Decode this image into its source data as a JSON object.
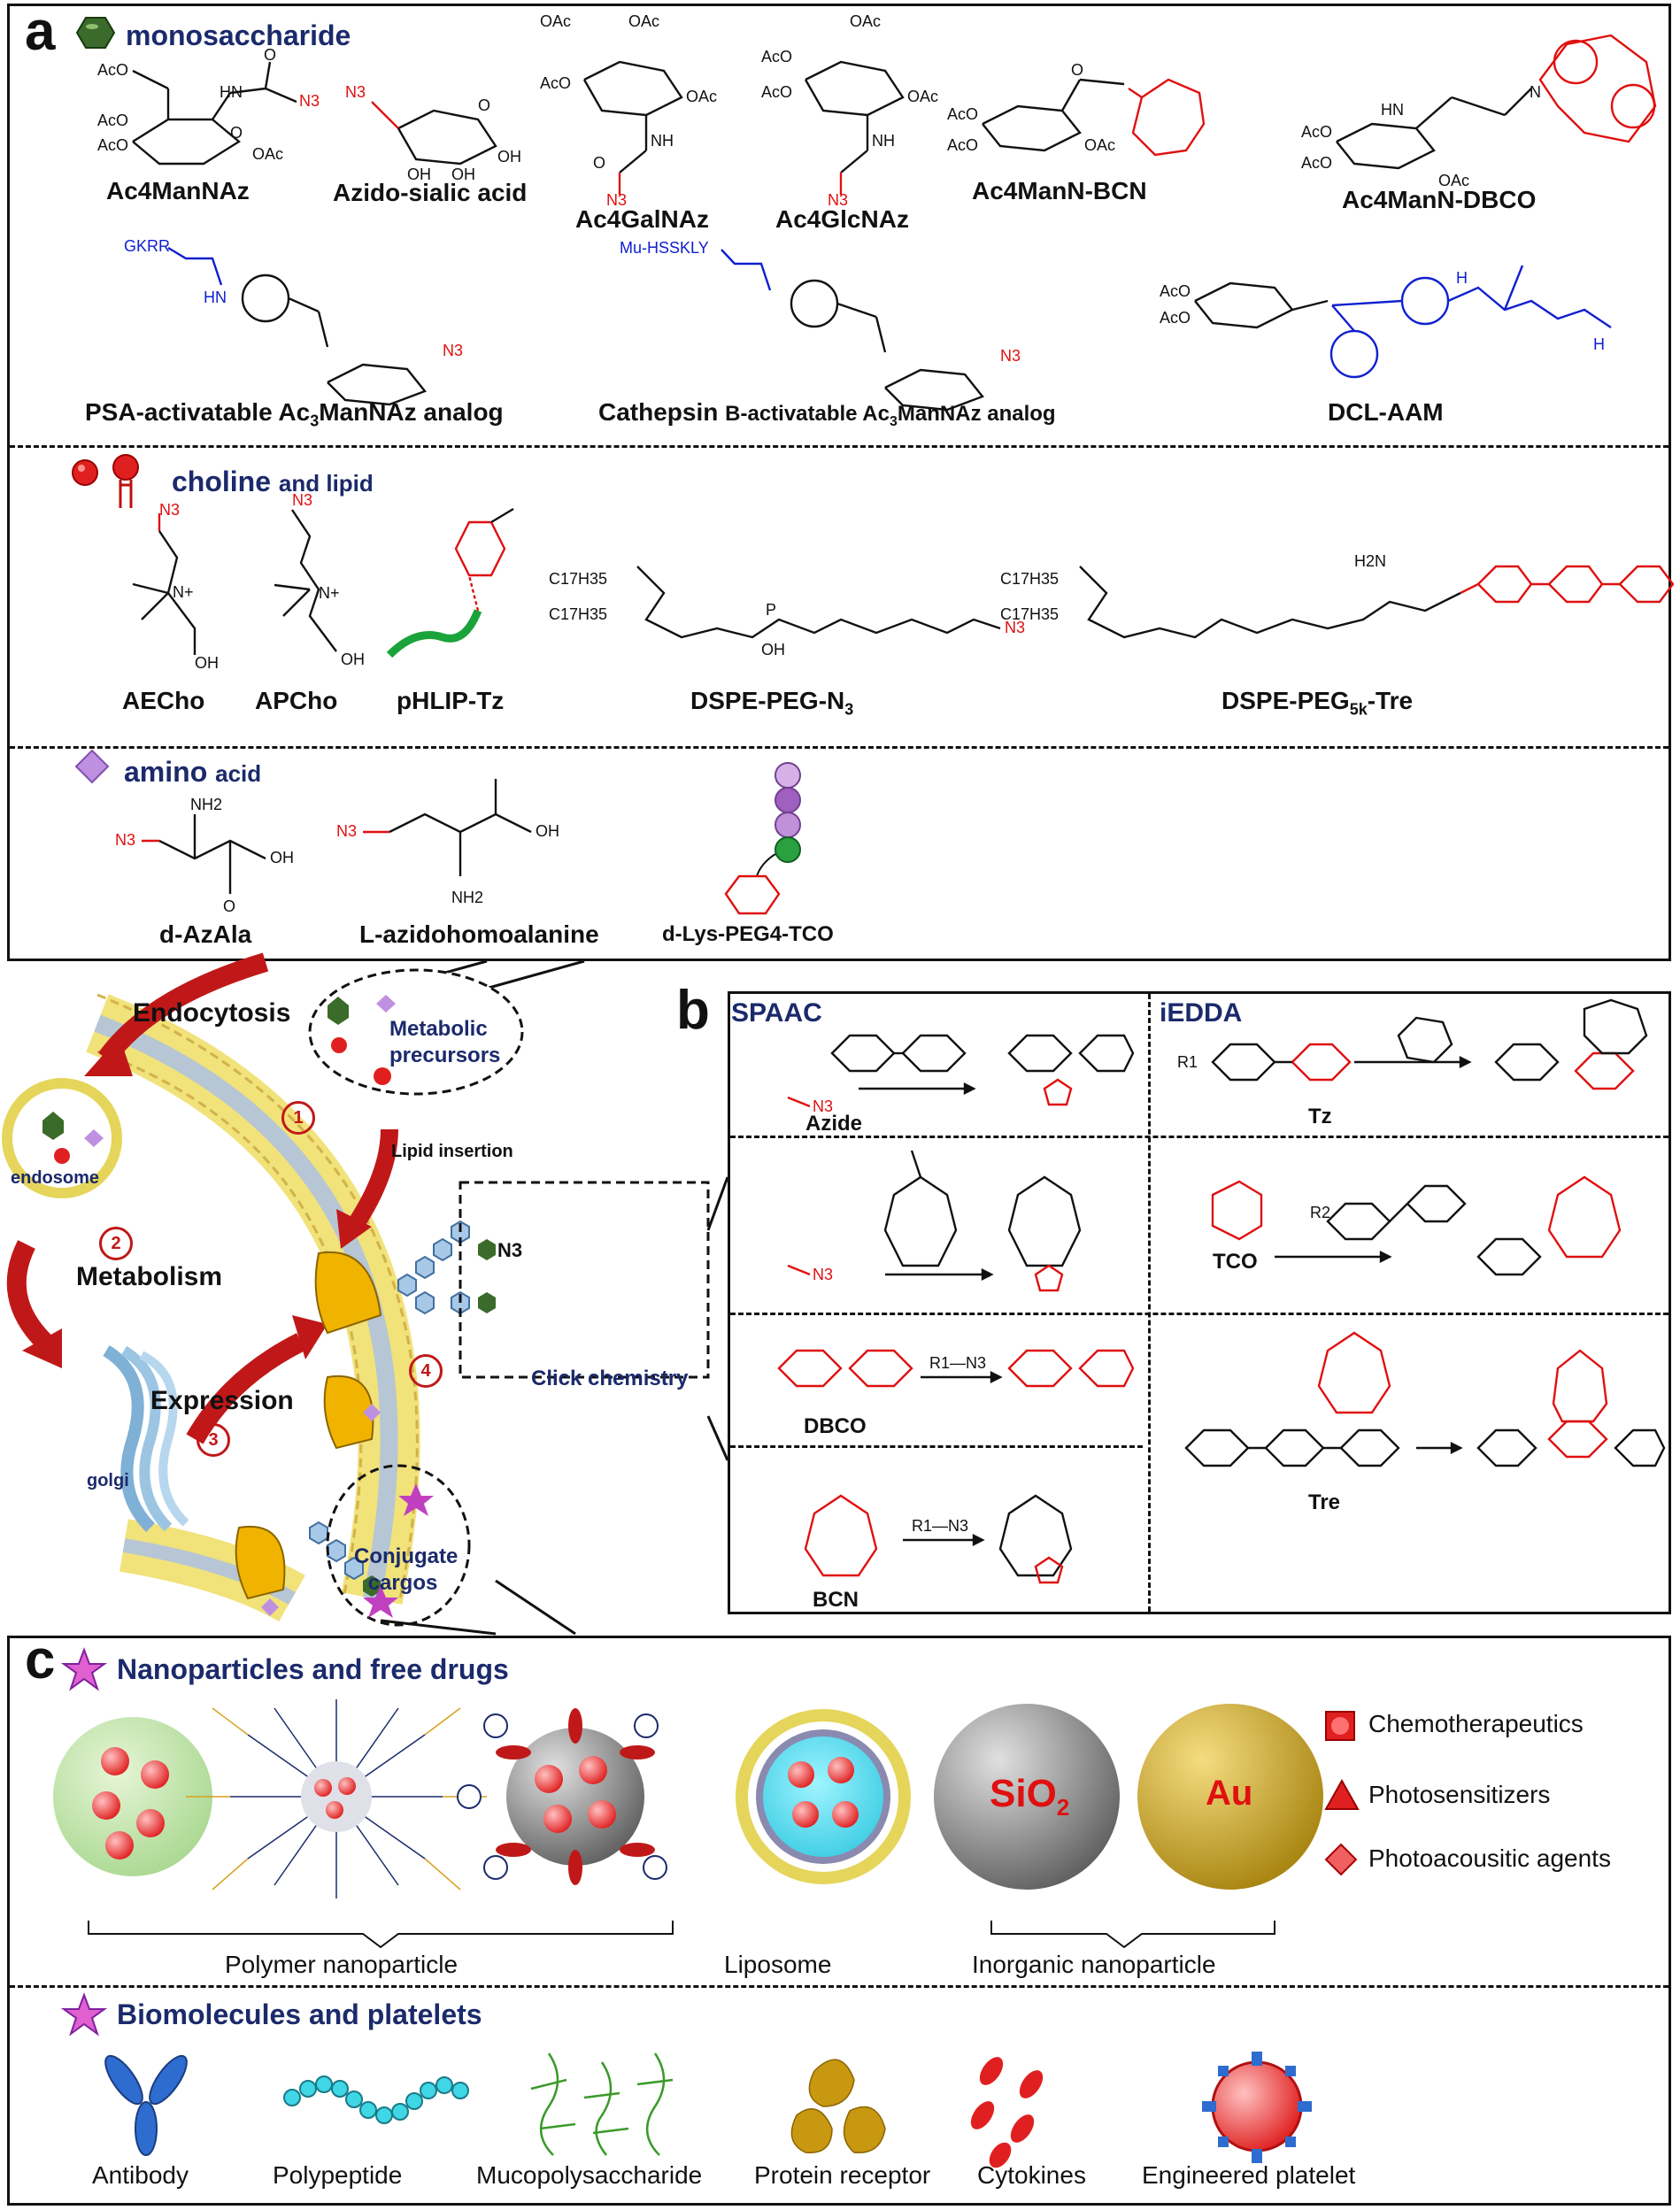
{
  "panel_a": {
    "letter": "a",
    "sections": {
      "monosaccharide": {
        "title": "monosaccharide"
      },
      "choline": {
        "title_main": "choline",
        "title_small": "and lipid"
      },
      "amino": {
        "title_main": "amino",
        "title_small": "acid"
      }
    },
    "compounds_row1": [
      "Ac4ManNAz",
      "Azido-sialic acid",
      "Ac4GalNAz",
      "Ac4GlcNAz",
      "Ac4ManN-BCN",
      "Ac4ManN-DBCO"
    ],
    "compounds_row2": [
      "PSA-activatable Ac3ManNAz analog",
      "Cathepsin B-activatable Ac3ManNAz analog",
      "DCL-AAM"
    ],
    "compounds_lipid": [
      "AECho",
      "APCho",
      "pHLIP-Tz",
      "DSPE-PEG-N3",
      "DSPE-PEG5k-Tre"
    ],
    "compounds_amino": [
      "d-AzAla",
      "L-azidohomoalanine",
      "d-Lys-PEG4-TCO"
    ],
    "peptide_labels": {
      "gkrr": "GKRR",
      "mu": "Mu-HSSKLY"
    }
  },
  "panel_b": {
    "letter": "b",
    "headers": {
      "left": "SPAAC",
      "right": "iEDDA"
    },
    "left_labels": [
      "Azide",
      "",
      "DBCO",
      "BCN"
    ],
    "right_labels": [
      "Tz",
      "TCO",
      "Tre"
    ],
    "reagent": "R1—N3"
  },
  "middle": {
    "endocytosis": "Endocytosis",
    "metabolic_precursors": "Metabolic precursors",
    "lipid_insertion": "Lipid insertion",
    "endosome": "endosome",
    "metabolism": "Metabolism",
    "expression": "Expression",
    "golgi": "golgi",
    "click_chemistry": "Click chemistry",
    "conjugate_cargos": "Conjugate cargos",
    "n3": "N3",
    "steps": [
      "1",
      "2",
      "3",
      "4"
    ]
  },
  "panel_c": {
    "letter": "c",
    "title_np": "Nanoparticles and free drugs",
    "title_bio": "Biomolecules and platelets",
    "sio2": "SiO2",
    "au": "Au",
    "legend": [
      "Chemotherapeutics",
      "Photosensitizers",
      "Photoacousitic agents"
    ],
    "groups": [
      "Polymer nanoparticle",
      "Liposome",
      "Inorganic nanoparticle"
    ],
    "bio_items": [
      "Antibody",
      "Polypeptide",
      "Mucopolysaccharide",
      "Protein receptor",
      "Cytokines",
      "Engineered platelet"
    ]
  },
  "colors": {
    "navy": "#1b2a6b",
    "red": "#e01010",
    "blue": "#1020d0",
    "green": "#2c6e2c",
    "gold": "#f0b400"
  }
}
